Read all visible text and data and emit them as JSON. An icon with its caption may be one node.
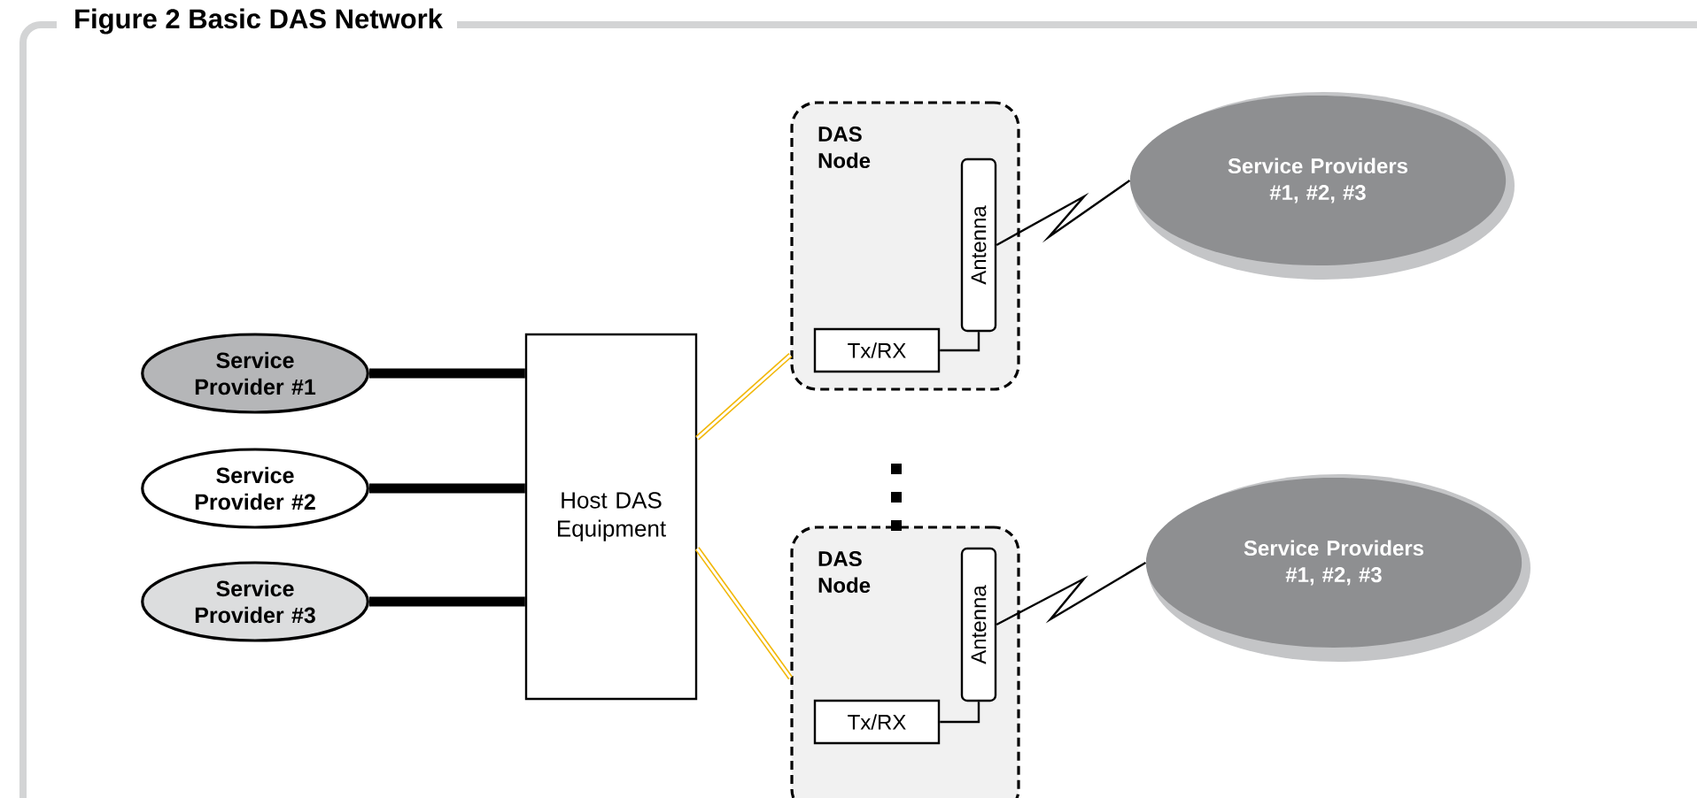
{
  "diagram": {
    "title": "Figure 2 Basic DAS Network",
    "nodes": [
      {
        "text": [
          "Service Provider #1"
        ]
      },
      {
        "text": [
          "Service Provider #2"
        ]
      },
      {
        "text": [
          "Service Provider #3"
        ]
      },
      {
        "text": [
          "Host DAS Equipment"
        ]
      },
      {
        "text": [
          "DAS Node"
        ]
      },
      {
        "text": [
          "Antenna"
        ],
        "in": 4
      },
      {
        "text": [
          "Tx/RX"
        ],
        "in": 4
      },
      {
        "text": [
          "DAS Node"
        ]
      },
      {
        "text": [
          "Antenna"
        ],
        "in": 7
      },
      {
        "text": [
          "Tx/RX"
        ],
        "in": 7
      },
      {
        "text": [
          "Service Providers #1, #2, #3"
        ]
      },
      {
        "text": [
          "Service Providers #1, #2, #3"
        ]
      }
    ],
    "edges": [
      {
        "from": 0,
        "to": 3,
        "arrow": "none",
        "style": "thick"
      },
      {
        "from": 1,
        "to": 3,
        "arrow": "none",
        "style": "thick"
      },
      {
        "from": 2,
        "to": 3,
        "arrow": "none",
        "style": "thick"
      },
      {
        "from": 3,
        "to": 4,
        "arrow": "none",
        "color": "#f2b705"
      },
      {
        "from": 3,
        "to": 7,
        "arrow": "none",
        "color": "#f2b705"
      },
      {
        "from": 6,
        "to": 5,
        "arrow": "none"
      },
      {
        "from": 9,
        "to": 8,
        "arrow": "none"
      },
      {
        "from": 5,
        "to": 10,
        "arrow": "none"
      },
      {
        "from": 8,
        "to": 11,
        "arrow": "none"
      }
    ]
  }
}
